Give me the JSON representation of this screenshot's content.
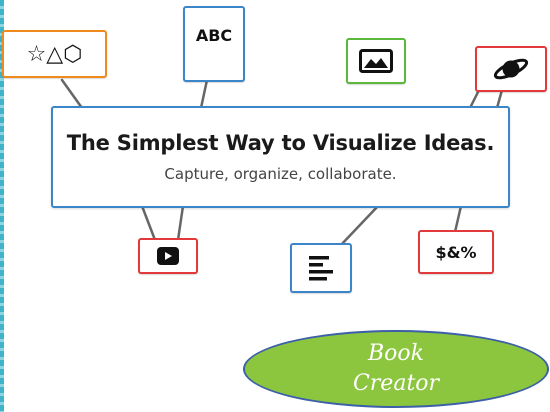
{
  "nodes": {
    "shapes": {
      "glyphs": "☆△⬡"
    },
    "text_node": {
      "label": "ABC"
    },
    "symbols_node": {
      "label": "$&%"
    }
  },
  "center": {
    "title": "The Simplest Way to Visualize Ideas.",
    "subtitle": "Capture, organize, collaborate."
  },
  "badge": {
    "line1": "Book",
    "line2": "Creator"
  },
  "colors": {
    "orange": "#f08a1c",
    "blue": "#3a86c8",
    "green": "#5cb83c",
    "red": "#e23a3a",
    "badge_fill": "#8cc63f",
    "badge_border": "#3b5fa8",
    "left_rule": "#3fb3c9"
  },
  "icons": [
    "star-triangle-hexagon-icon",
    "image-icon",
    "planet-icon",
    "video-play-icon",
    "text-lines-icon"
  ]
}
